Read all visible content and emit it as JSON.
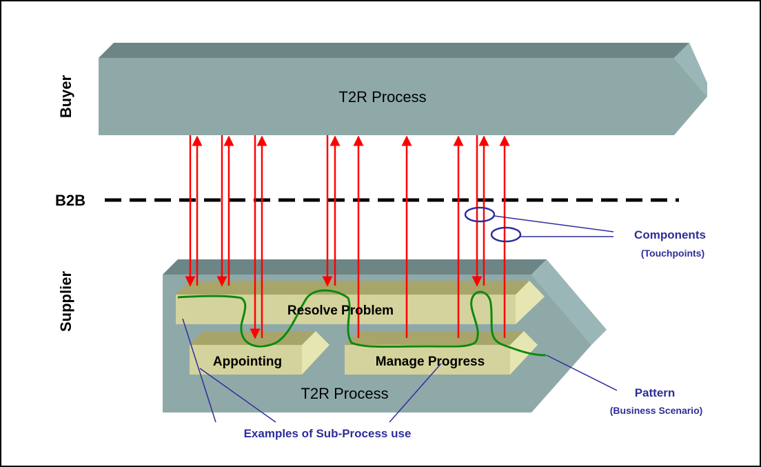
{
  "labels": {
    "buyer": "Buyer",
    "b2b": "B2B",
    "supplier": "Supplier",
    "buyer_process": "T2R Process",
    "supplier_process": "T2R Process",
    "resolve_problem": "Resolve Problem",
    "appointing": "Appointing",
    "manage_progress": "Manage Progress",
    "components": "Components",
    "touchpoints": "(Touchpoints)",
    "pattern": "Pattern",
    "business_scenario": "(Business Scenario)",
    "examples": "Examples of Sub-Process use"
  },
  "colors": {
    "slab_face": "#8fa9a9",
    "slab_top": "#6d8585",
    "slab_side": "#9bb6b6",
    "box_face": "#d4d39d",
    "box_top": "#a7a56a",
    "box_side": "#e6e6b2",
    "arrow": "#ff0000",
    "pattern_line": "#0a8a0a",
    "annotation": "#2d2d9a",
    "text": "#000000"
  }
}
